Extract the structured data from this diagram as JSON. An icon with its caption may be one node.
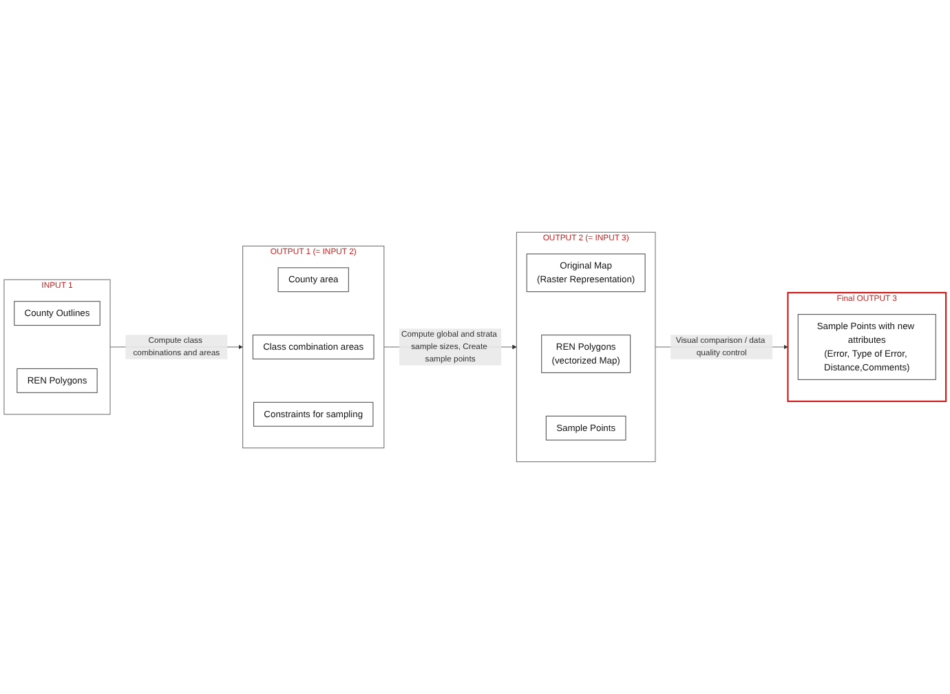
{
  "diagram": {
    "nodes": [
      {
        "text": [
          "INPUT 1"
        ]
      },
      {
        "text": [
          "County Outlines"
        ],
        "in": 0
      },
      {
        "text": [
          "REN Polygons"
        ],
        "in": 0
      },
      {
        "text": [
          "OUTPUT 1 (= INPUT 2)"
        ]
      },
      {
        "text": [
          "County area"
        ],
        "in": 3
      },
      {
        "text": [
          "Class combination areas"
        ],
        "in": 3
      },
      {
        "text": [
          "Constraints for sampling"
        ],
        "in": 3
      },
      {
        "text": [
          "OUTPUT 2 (= INPUT 3)"
        ]
      },
      {
        "text": [
          "Original Map",
          "(Raster Representation)"
        ],
        "in": 7
      },
      {
        "text": [
          "REN Polygons",
          "(vectorized Map)"
        ],
        "in": 7
      },
      {
        "text": [
          "Sample Points"
        ],
        "in": 7
      },
      {
        "text": [
          "Final OUTPUT 3"
        ]
      },
      {
        "text": [
          "Sample Points with new attributes",
          "(Error, Type of Error, Distance,Comments)"
        ],
        "in": 11
      }
    ],
    "edges": [
      {
        "from": 0,
        "to": 3,
        "arrow": "to",
        "label": "Compute class combinations and areas"
      },
      {
        "from": 3,
        "to": 7,
        "arrow": "to",
        "label": "Compute global and strata sample sizes, Create sample points"
      },
      {
        "from": 7,
        "to": 11,
        "arrow": "to",
        "label": "Visual comparison / data quality control"
      }
    ]
  }
}
